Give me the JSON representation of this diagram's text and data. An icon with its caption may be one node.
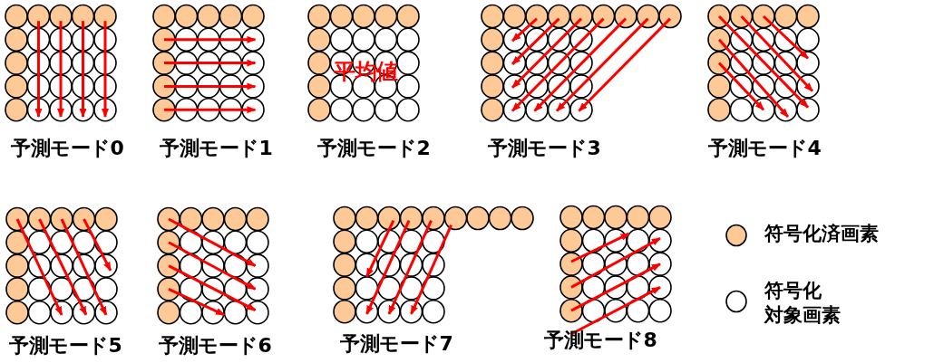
{
  "diagram": {
    "labels": [
      "平均値",
      "予測モード0",
      "予測モード1",
      "予測モード2",
      "予測モード3",
      "予測モード4",
      "予測モード5",
      "予測モード6",
      "予測モード7",
      "予測モード8"
    ],
    "legend": [
      {
        "text": "符号化済画素",
        "color": "#fdc997"
      },
      {
        "text": "符号化対象画素"
      }
    ]
  }
}
